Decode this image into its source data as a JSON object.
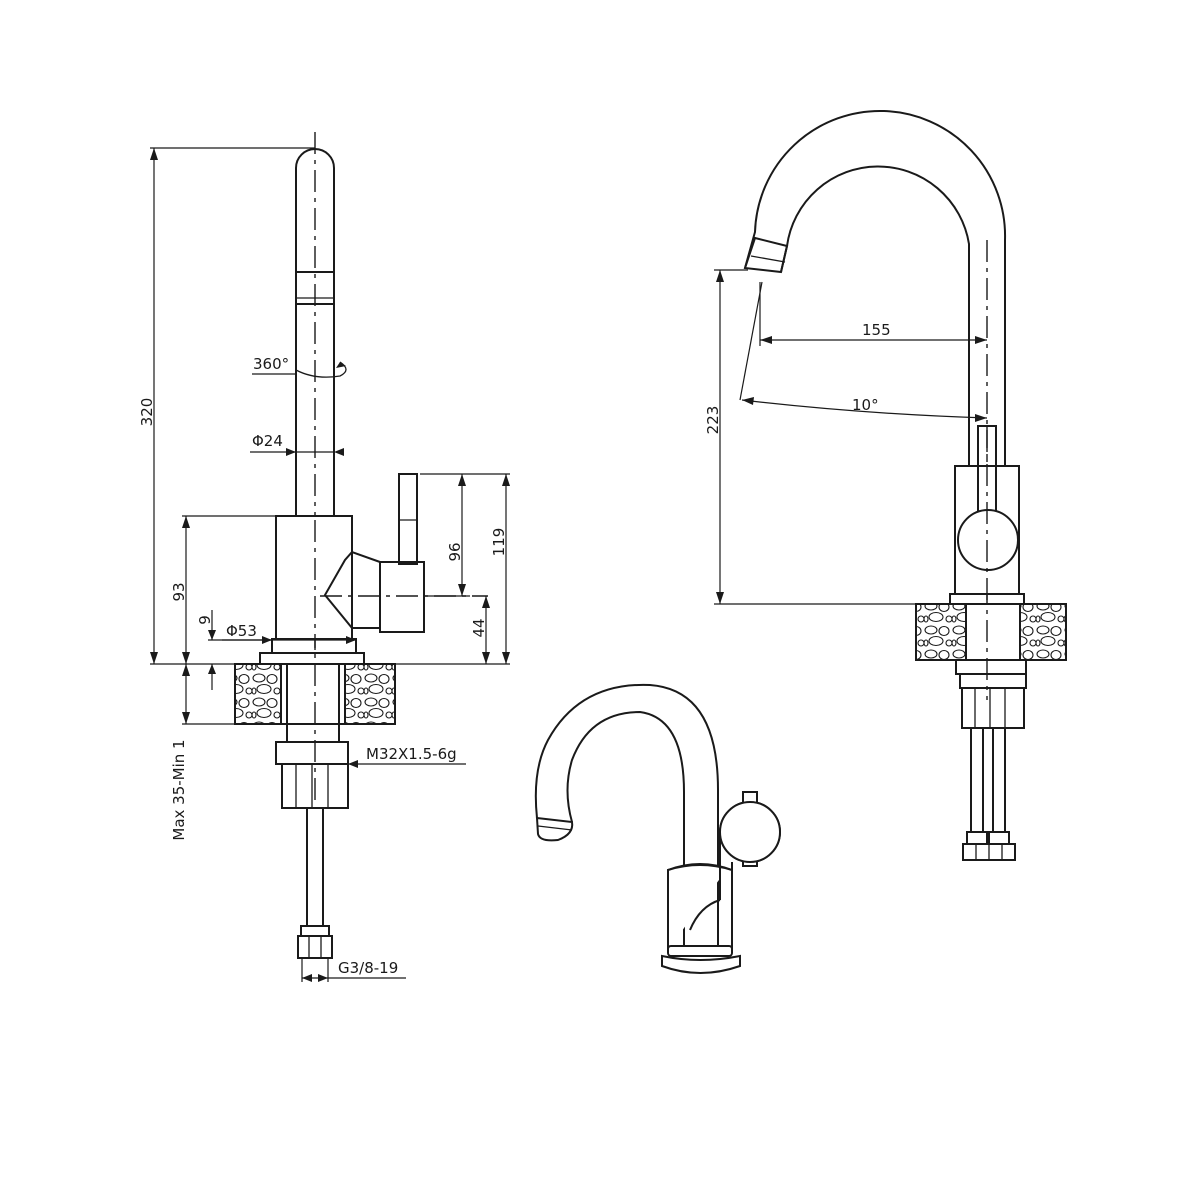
{
  "side_view": {
    "dims": {
      "total_height": "320",
      "rotation": "360°",
      "spout_diameter": "Φ24",
      "lever_height": "96",
      "total_lever": "119",
      "body_height": "93",
      "collar": "9",
      "base_diameter": "Φ53",
      "lever_offset": "44",
      "thread": "M32X1.5-6g",
      "countertop": "Max 35-Min 1",
      "hose_thread": "G3/8-19"
    }
  },
  "front_view": {
    "dims": {
      "reach": "155",
      "angle": "10°",
      "spout_height": "223"
    }
  }
}
